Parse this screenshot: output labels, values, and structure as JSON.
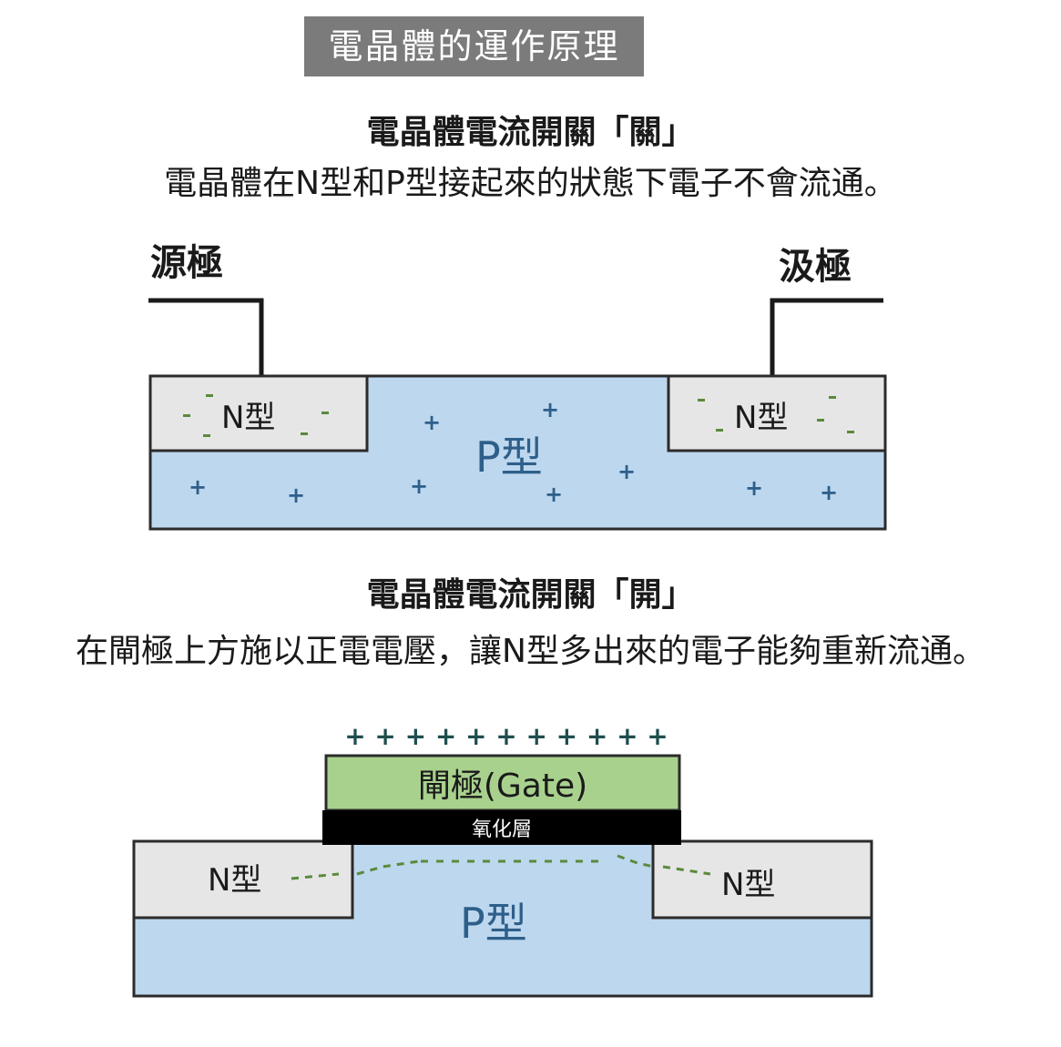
{
  "title": "電晶體的運作原理",
  "off_section": {
    "heading": "電晶體電流開關「關」",
    "description": "電晶體在N型和P型接起來的狀態下電子不會流通。",
    "source_label": "源極",
    "drain_label": "汲極",
    "n_left_label": "N型",
    "n_right_label": "N型",
    "p_label": "P型"
  },
  "on_section": {
    "heading": "電晶體電流開關「開」",
    "description": "在閘極上方施以正電電壓，讓N型多出來的電子能夠重新流通。",
    "charges": "+ + + + + + + + + + +",
    "gate_label": "閘極(Gate)",
    "oxide_label": "氧化層",
    "n_left_label": "N型",
    "n_right_label": "N型",
    "p_label": "P型"
  },
  "colors": {
    "title_bg": "#7b7b7b",
    "p_region": "#bdd7ee",
    "n_region": "#e6e6e6",
    "gate": "#a9d18e",
    "oxide": "#000000",
    "p_text": "#2e5f8a",
    "electron": "#5a8a3c",
    "hole": "#2e5f8a"
  }
}
